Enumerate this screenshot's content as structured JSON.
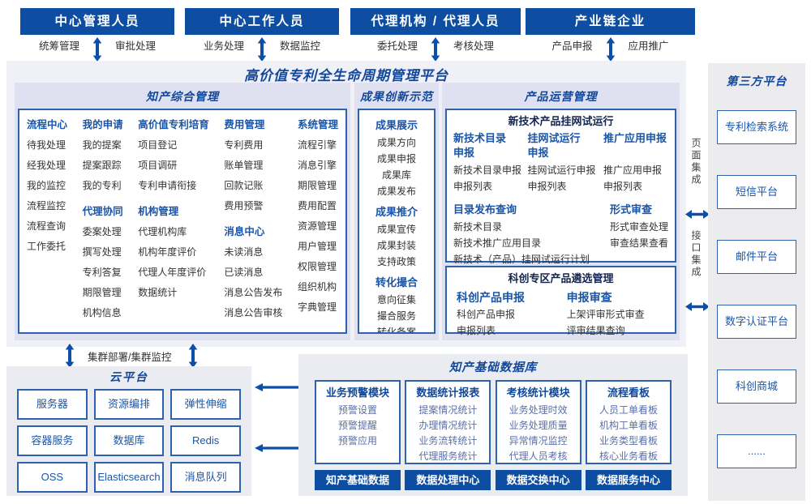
{
  "roles": [
    {
      "title": "中心管理人员",
      "left": "统筹管理",
      "right": "审批处理"
    },
    {
      "title": "中心工作人员",
      "left": "业务处理",
      "right": "数据监控"
    },
    {
      "title": "代理机构 / 代理人员",
      "left": "委托处理",
      "right": "考核处理"
    },
    {
      "title": "产业链企业",
      "left": "产品申报",
      "right": "应用推广"
    }
  ],
  "platform": {
    "title": "高价值专利全生命周期管理平台",
    "ip": {
      "title": "知产综合管理",
      "columns": [
        {
          "groups": [
            {
              "header": "流程中心",
              "items": [
                "待我处理",
                "经我处理",
                "我的监控",
                "流程监控",
                "流程查询",
                "工作委托"
              ]
            }
          ]
        },
        {
          "groups": [
            {
              "header": "我的申请",
              "items": [
                "我的提案",
                "提案跟踪",
                "我的专利"
              ]
            },
            {
              "header": "代理协同",
              "items": [
                "委案处理",
                "撰写处理",
                "专利答复",
                "期限管理",
                "机构信息"
              ]
            }
          ]
        },
        {
          "groups": [
            {
              "header": "高价值专利培育",
              "items": [
                "项目登记",
                "项目调研",
                "专利申请衔接"
              ]
            },
            {
              "header": "机构管理",
              "items": [
                "代理机构库",
                "机构年度评价",
                "代理人年度评价",
                "数据统计"
              ]
            }
          ]
        },
        {
          "groups": [
            {
              "header": "费用管理",
              "items": [
                "专利费用",
                "账单管理",
                "回款记账",
                "费用预警"
              ]
            },
            {
              "header": "消息中心",
              "items": [
                "未读消息",
                "已读消息",
                "消息公告发布",
                "消息公告审核"
              ]
            }
          ]
        },
        {
          "groups": [
            {
              "header": "系统管理",
              "items": [
                "流程引擎",
                "消息引擎",
                "期限管理",
                "费用配置",
                "资源管理",
                "用户管理",
                "权限管理",
                "组织机构",
                "字典管理"
              ]
            }
          ]
        }
      ]
    },
    "achievement": {
      "title": "成果创新示范",
      "groups": [
        {
          "header": "成果展示",
          "items": [
            "成果方向",
            "成果申报",
            "成果库",
            "成果发布"
          ]
        },
        {
          "header": "成果推介",
          "items": [
            "成果宣传",
            "成果封装",
            "支持政策"
          ]
        },
        {
          "header": "转化撮合",
          "items": [
            "意向征集",
            "撮合服务",
            "转化备案"
          ]
        }
      ]
    },
    "product_ops": {
      "title": "产品运营管理",
      "trial": {
        "title": "新技术产品挂网试运行",
        "groups": [
          {
            "header": "新技术目录申报",
            "items": [
              "新技术目录申报",
              "申报列表"
            ]
          },
          {
            "header": "挂网试运行申报",
            "items": [
              "挂网试运行申报",
              "申报列表"
            ]
          },
          {
            "header": "推广应用申报",
            "items": [
              "推广应用申报",
              "申报列表"
            ]
          }
        ],
        "catalog": {
          "header": "目录发布查询",
          "items": [
            "新技术目录",
            "新技术推广应用目录",
            "新技术（产品）挂网试运行计划"
          ]
        },
        "review": {
          "header": "形式审查",
          "items": [
            "形式审查处理",
            "审查结果查看"
          ]
        }
      },
      "selection": {
        "title": "科创专区产品遴选管理",
        "groups": [
          {
            "header": "科创产品申报",
            "items": [
              "科创产品申报",
              "申报列表"
            ]
          },
          {
            "header": "申报审查",
            "items": [
              "上架评审形式审查",
              "评审结果查询"
            ]
          }
        ]
      }
    }
  },
  "integration": {
    "page_label": "页面集成",
    "api_label": "接口集成"
  },
  "third_party": {
    "title": "第三方平台",
    "items": [
      "专利检索系统",
      "短信平台",
      "邮件平台",
      "数字认证平台",
      "科创商城",
      "......"
    ]
  },
  "cluster_label": "集群部署/集群监控",
  "cloud": {
    "title": "云平台",
    "items": [
      "服务器",
      "资源编排",
      "弹性伸缩",
      "容器服务",
      "数据库",
      "Redis",
      "OSS",
      "Elasticsearch",
      "消息队列"
    ]
  },
  "data_platform": {
    "title": "知产基础数据库",
    "columns": [
      {
        "header": "业务预警模块",
        "items": [
          "预警设置",
          "预警提醒",
          "预警应用"
        ],
        "footer": "知产基础数据"
      },
      {
        "header": "数据统计报表",
        "items": [
          "提案情况统计",
          "办理情况统计",
          "业务流转统计",
          "代理服务统计"
        ],
        "footer": "数据处理中心"
      },
      {
        "header": "考核统计模块",
        "items": [
          "业务处理时效",
          "业务处理质量",
          "异常情况监控",
          "代理人员考核"
        ],
        "footer": "数据交换中心"
      },
      {
        "header": "流程看板",
        "items": [
          "人员工单看板",
          "机构工单看板",
          "业务类型看板",
          "核心业务看板"
        ],
        "footer": "数据服务中心"
      }
    ]
  }
}
